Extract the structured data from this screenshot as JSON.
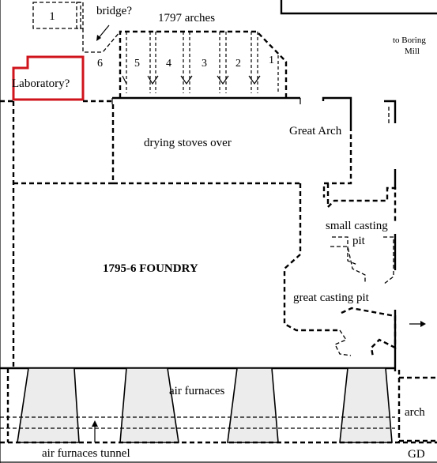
{
  "labels": {
    "box_1": "1",
    "bridge": "bridge?",
    "arches_1797": "1797 arches",
    "to_boring": "to Boring",
    "mill": "Mill",
    "arch_6": "6",
    "arch_5": "5",
    "arch_4": "4",
    "arch_3": "3",
    "arch_2": "2",
    "arch_1": "1",
    "laboratory": "Laboratory?",
    "drying_stoves": "drying stoves over",
    "great_arch": "Great Arch",
    "small_casting": "small casting",
    "pit": "pit",
    "foundry": "1795-6 FOUNDRY",
    "great_casting_pit": "great casting pit",
    "air_furnaces": "air furnaces",
    "arch": "arch",
    "air_furnaces_tunnel": "air furnaces tunnel",
    "gd": "GD"
  },
  "colors": {
    "laboratory_outline": "#d0141c",
    "furnace_fill": "#ececec"
  }
}
